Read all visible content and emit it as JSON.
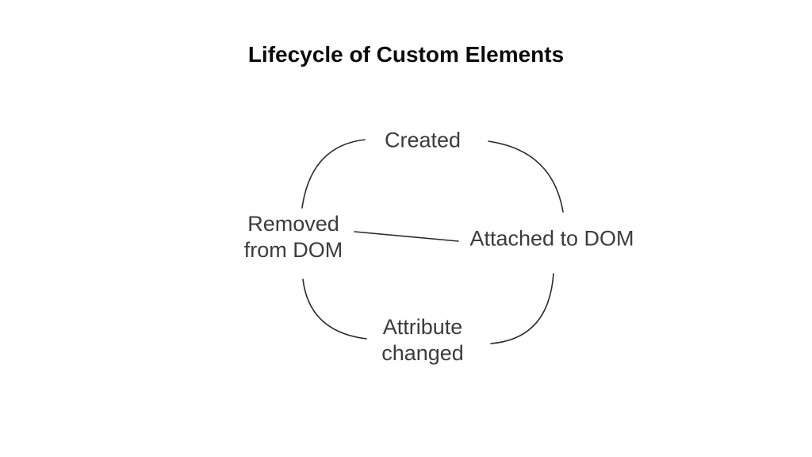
{
  "page": {
    "background": "#ffffff"
  },
  "title": {
    "text": "Lifecycle of Custom Elements"
  },
  "colors": {
    "title": "#0a0a0a",
    "label": "#3c3c3c",
    "line": "#2b2b2b"
  },
  "diagram": {
    "type": "cycle",
    "nodes": {
      "created": {
        "label": "Created"
      },
      "attached": {
        "label": "Attached to DOM"
      },
      "attribute_changed": {
        "lines": [
          "Attribute",
          "changed"
        ]
      },
      "removed": {
        "lines": [
          "Removed",
          "from DOM"
        ]
      }
    },
    "edges": [
      {
        "from": "Created",
        "to": "Attached to DOM",
        "style": "arc"
      },
      {
        "from": "Attached to DOM",
        "to": "Attribute changed",
        "style": "arc"
      },
      {
        "from": "Attribute changed",
        "to": "Removed from DOM",
        "style": "arc"
      },
      {
        "from": "Removed from DOM",
        "to": "Created",
        "style": "arc"
      },
      {
        "from": "Removed from DOM",
        "to": "Attached to DOM",
        "style": "straight"
      }
    ]
  }
}
